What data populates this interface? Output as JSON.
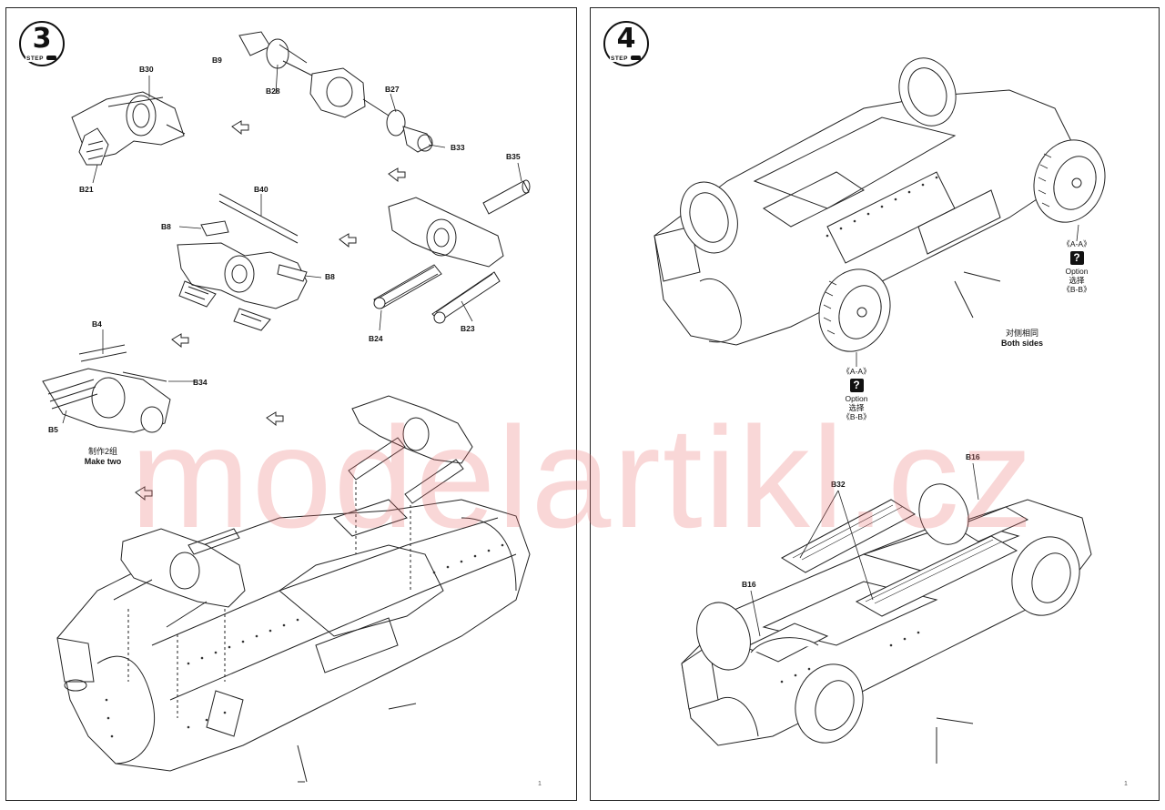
{
  "watermark": "modelartikl.cz",
  "step3": {
    "number": "3",
    "badge_label": "STEP",
    "parts": {
      "b30": "B30",
      "b9": "B9",
      "b28": "B28",
      "b27": "B27",
      "b33": "B33",
      "b21": "B21",
      "b35": "B35",
      "b40": "B40",
      "b8a": "B8",
      "b8b": "B8",
      "b24": "B24",
      "b23": "B23",
      "b4": "B4",
      "b34": "B34",
      "b5": "B5"
    },
    "make_two_cn": "制作2组",
    "make_two_en": "Make two",
    "page_number": "1"
  },
  "step4": {
    "number": "4",
    "badge_label": "STEP",
    "option_top": {
      "ref1": "《A-A》",
      "option": "Option",
      "cn": "选择",
      "ref2": "《B-B》"
    },
    "option_bottom": {
      "ref1": "《A-A》",
      "option": "Option",
      "cn": "选择",
      "ref2": "《B-B》"
    },
    "both_sides_cn": "对侧相同",
    "both_sides_en": "Both sides",
    "parts": {
      "b16a": "B16",
      "b32": "B32",
      "b16b": "B16"
    },
    "page_number": "1"
  },
  "icons": {
    "option_icon": "question-mark-icon",
    "arrow_icon": "hollow-arrow-icon",
    "step_icon": "tank-icon"
  }
}
